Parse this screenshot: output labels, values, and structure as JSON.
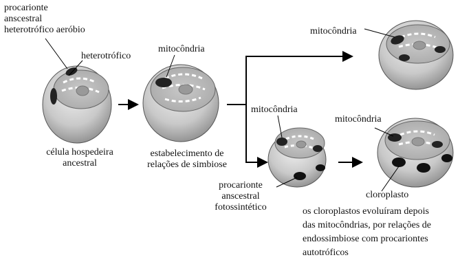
{
  "labels": {
    "procarionte_aerobio": [
      "procarionte",
      "anscestral",
      "heterotrófico aeróbio"
    ],
    "heterotrofico": "heterotrófico",
    "mitocondria_1": "mitocôndria",
    "mitocondria_top": "mitocôndria",
    "mitocondria_mid": "mitocôndria",
    "mitocondria_right": "mitocôndria",
    "celula_hospedeira": [
      "célula hospedeira",
      "ancestral"
    ],
    "estabelecimento": [
      "estabelecimento de",
      "relações de simbiose"
    ],
    "procarionte_foto": [
      "procarionte",
      "anscestral",
      "fotossintético"
    ],
    "cloroplasto": "cloroplasto",
    "nota": [
      "os cloroplastos evoluíram depois",
      "das mitocôndrias, por relações de",
      "endossimbiose com procariontes",
      "autotróficos"
    ]
  }
}
